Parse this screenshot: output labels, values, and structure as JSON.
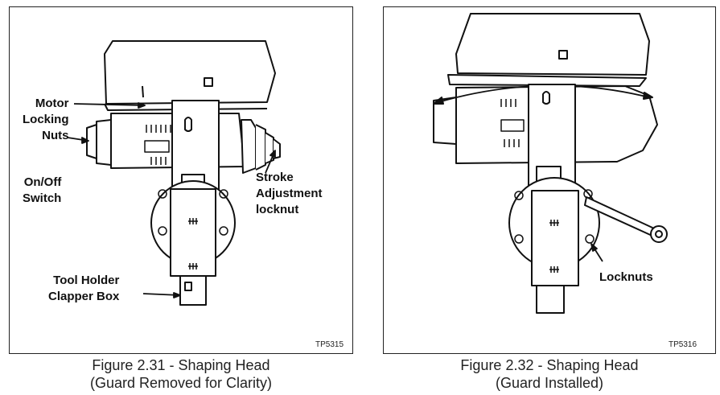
{
  "figures": [
    {
      "callouts": {
        "motor_locking_nuts": [
          "Motor",
          "Locking",
          "Nuts"
        ],
        "on_off_switch": [
          "On/Off",
          "Switch"
        ],
        "stroke_adjustment_locknut": [
          "Stroke",
          "Adjustment",
          "locknut"
        ],
        "tool_holder_clapper_box": [
          "Tool Holder",
          "Clapper Box"
        ]
      },
      "code": "TP5315",
      "caption": {
        "line1": "Figure 2.31 - Shaping Head",
        "line2": "(Guard Removed for Clarity)"
      }
    },
    {
      "callouts": {
        "locknuts": "Locknuts"
      },
      "code": "TP5316",
      "caption": {
        "line1": "Figure 2.32 - Shaping Head",
        "line2": "(Guard Installed)"
      }
    }
  ]
}
